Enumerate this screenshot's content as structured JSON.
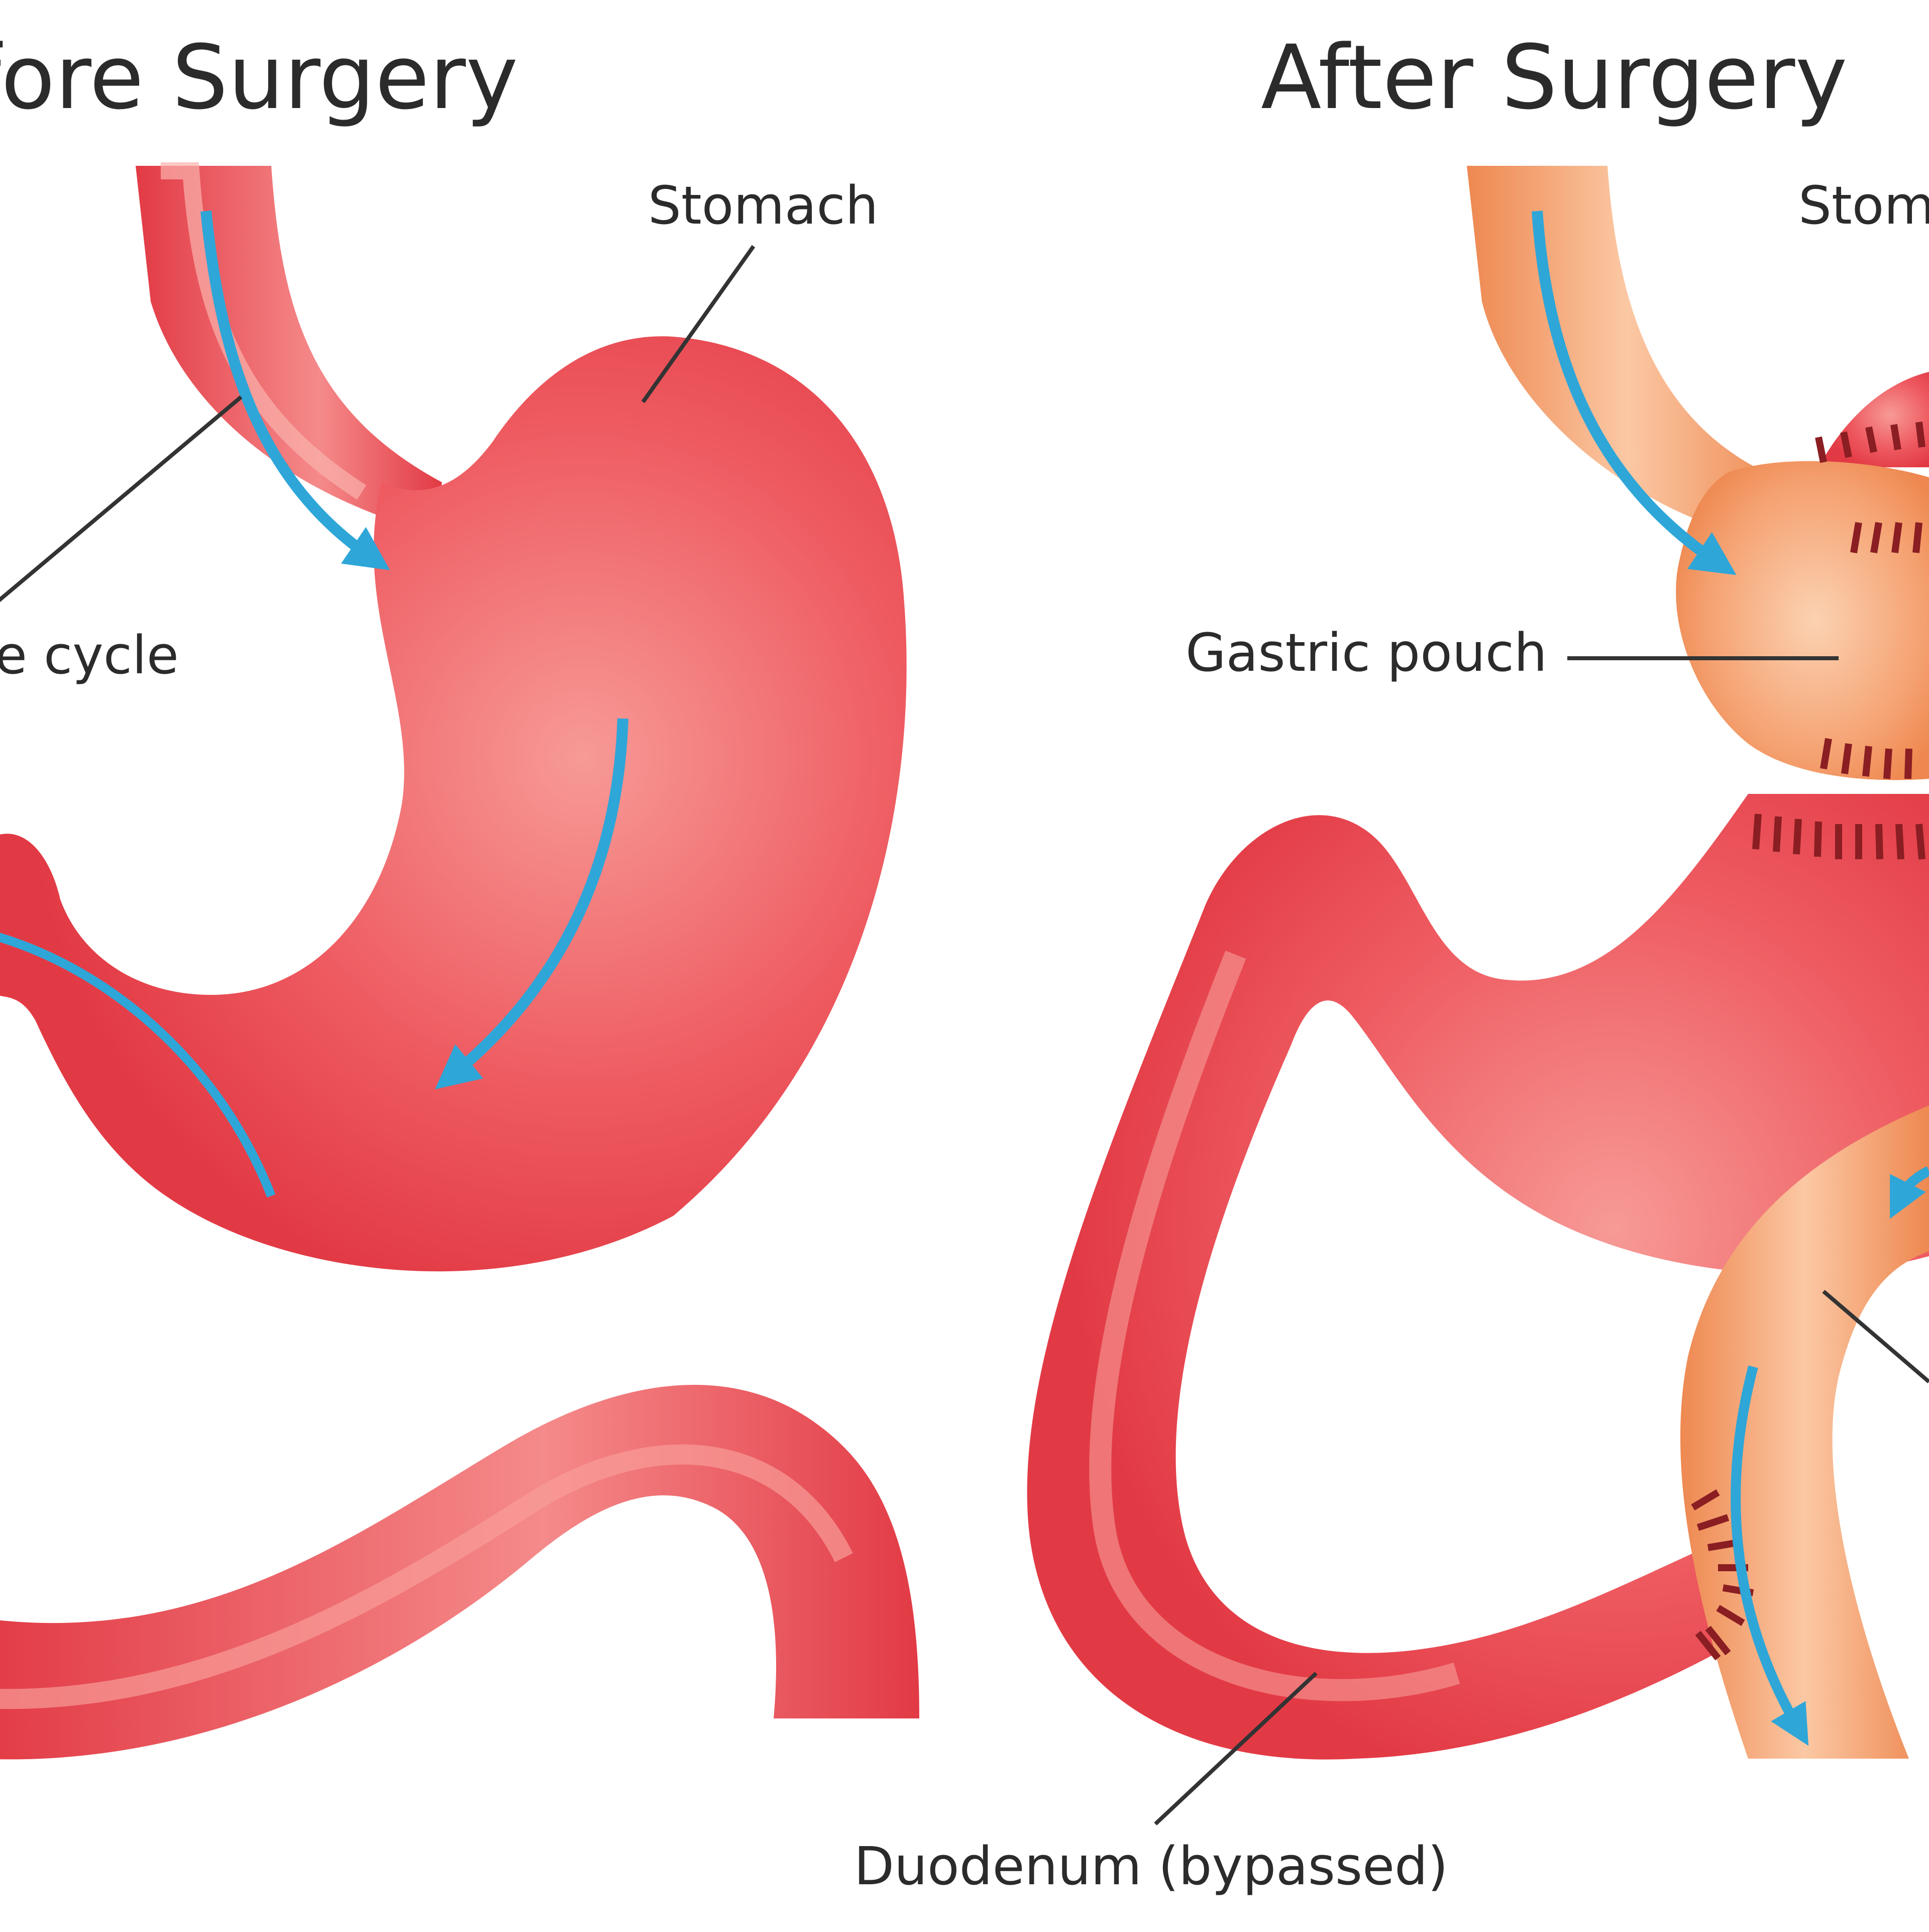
{
  "colors": {
    "stomach_red": "#e8404a",
    "stomach_light": "#f5888a",
    "stomach_dark": "#c92f3a",
    "pouch_orange": "#f08a58",
    "pouch_light": "#f9c29e",
    "arrow_blue": "#2ea6d8",
    "staple": "#8a1e22",
    "label_text": "#2b2b2b"
  },
  "panels": [
    {
      "title": "fore Surgery",
      "labels": {
        "stomach": "Stomach",
        "cycle": "e cycle"
      }
    },
    {
      "title": "After Surgery",
      "labels": {
        "stomach": "Stoma",
        "pouch": "Gastric pouch",
        "duodenum": "Duodenum (bypassed)"
      }
    }
  ]
}
